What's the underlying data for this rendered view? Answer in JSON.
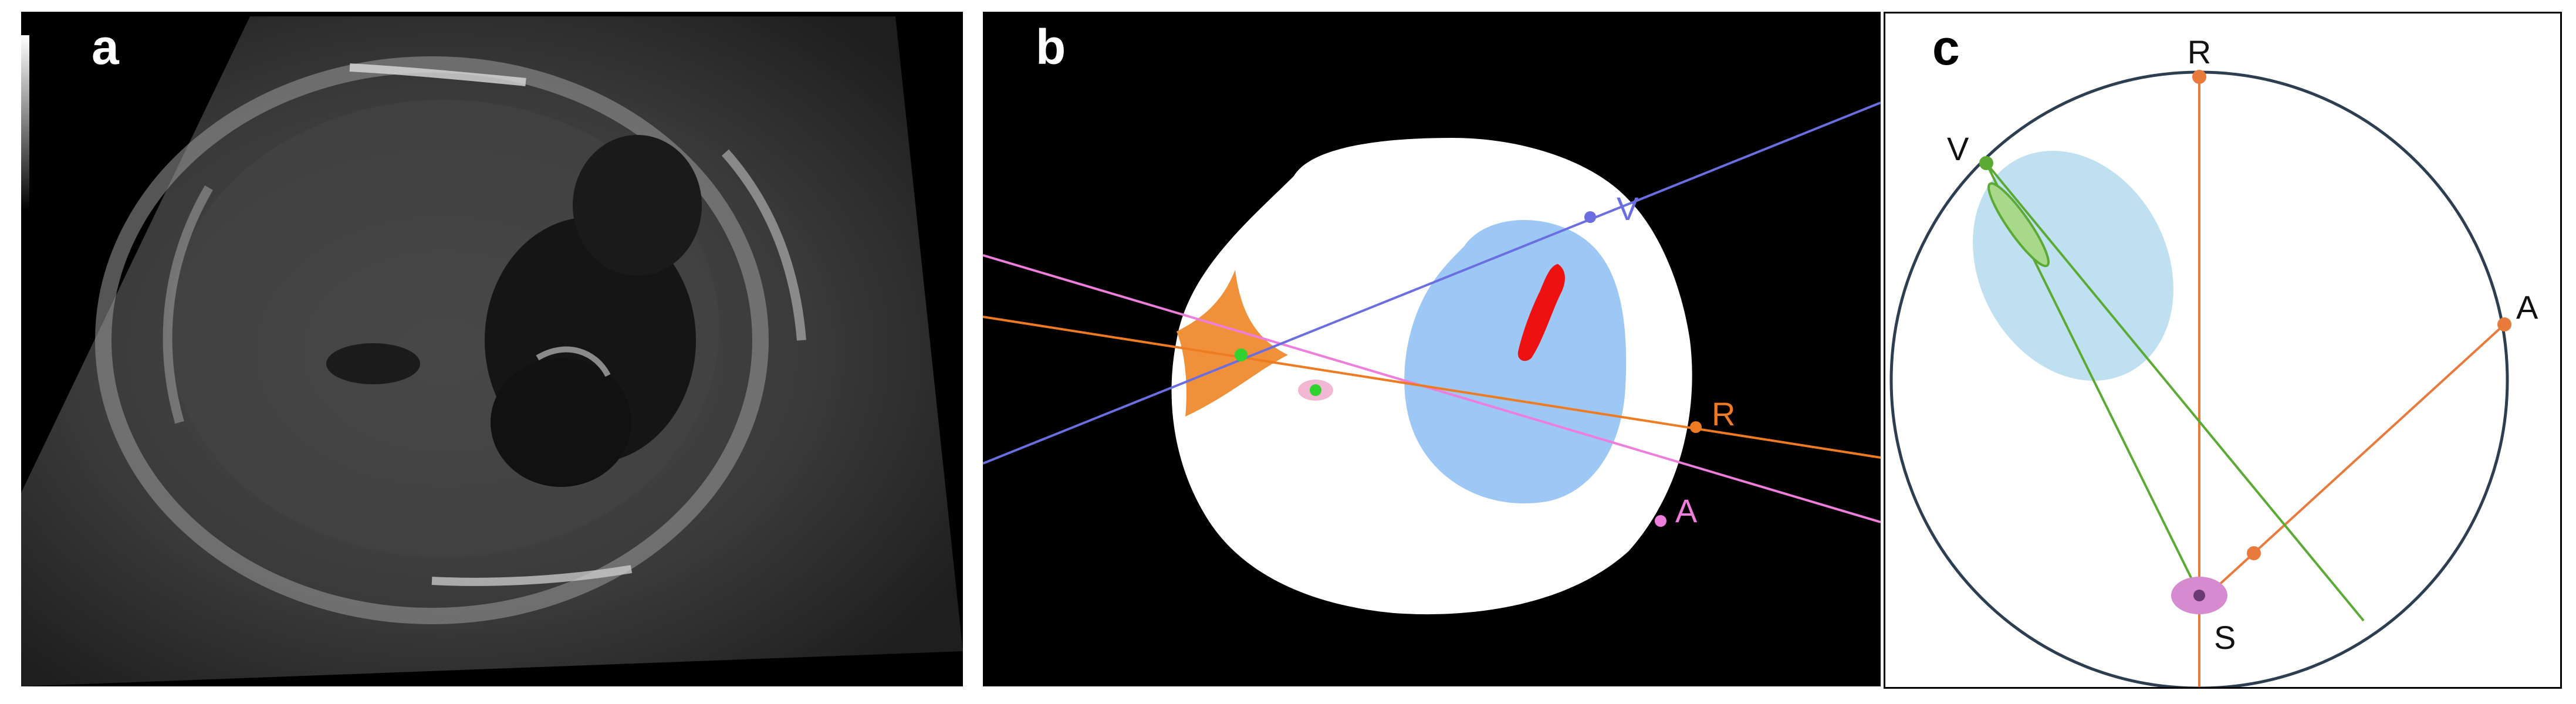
{
  "panels": {
    "a": {
      "letter": "a"
    },
    "b": {
      "letter": "b",
      "labels": {
        "V": "V",
        "R": "R",
        "A": "A"
      }
    },
    "c": {
      "letter": "c",
      "labels": {
        "R": "R",
        "V": "V",
        "A": "A",
        "S": "S"
      }
    }
  },
  "colors": {
    "v_line": "#6a6ee0",
    "r_line": "#ee7b22",
    "a_line": "#ee7ddc",
    "heart_region": "#9dc7f5",
    "red_structure": "#ee1111",
    "orange_structure": "#f0913a",
    "green_point": "#2fd22f",
    "c_circle": "#2c3e50",
    "c_orange": "#e87a3c",
    "c_green": "#5aaa34",
    "c_blue_ellipse": "#bfe0f0",
    "c_green_ellipse": "#a8d88a",
    "c_pink": "#d68ad0",
    "c_purple_point": "#6a3b72"
  }
}
